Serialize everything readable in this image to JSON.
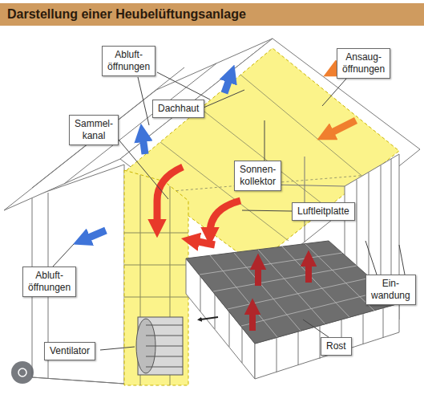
{
  "diagram": {
    "title": "Darstellung einer Heubelüftungsanlage",
    "nodes": [
      {
        "text": [
          "Abluft- öffnungen"
        ]
      },
      {
        "text": [
          "Ansaug- öffnungen"
        ]
      },
      {
        "text": [
          "Dachhaut"
        ]
      },
      {
        "text": [
          "Sammel- kanal"
        ]
      },
      {
        "text": [
          "Sonnen- kollektor"
        ]
      },
      {
        "text": [
          "Luftleitplatte"
        ]
      },
      {
        "text": [
          "Abluft- öffnungen"
        ]
      },
      {
        "text": [
          "Ein- wandung"
        ]
      },
      {
        "text": [
          "Rost"
        ]
      },
      {
        "text": [
          "Ventilator"
        ]
      }
    ]
  }
}
